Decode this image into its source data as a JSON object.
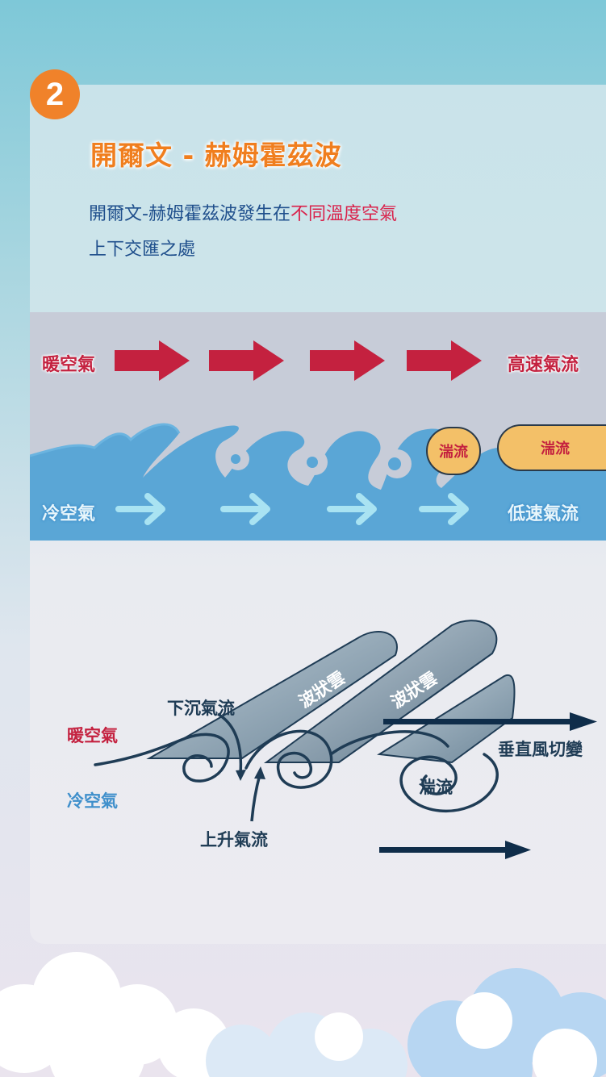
{
  "badge": "2",
  "title": "開爾文 - 赫姆霍茲波",
  "intro": {
    "line1_pre": "開爾文-赫姆霍茲波發生在",
    "line1_highlight": "不同溫度空氣",
    "line2": "上下交匯之處"
  },
  "band": {
    "warm_air": "暖空氣",
    "high_speed_flow": "高速氣流",
    "cool_air": "冷空氣",
    "low_speed_flow": "低速氣流",
    "turbulence_1": "湍流",
    "turbulence_2": "湍流"
  },
  "diagram": {
    "descending_flow": "下沉氣流",
    "warm_air": "暖空氣",
    "cool_air": "冷空氣",
    "ascending_flow": "上升氣流",
    "wave_cloud_1": "波狀雲",
    "wave_cloud_2": "波狀雲",
    "turbulence": "湍流",
    "vertical_wind_shear": "垂直風切變"
  },
  "colors": {
    "accent_orange": "#f0822a",
    "warm_red": "#c4213f",
    "cool_blue": "#3f8fcb",
    "dark_navy": "#0f2d4a",
    "turbulence_fill": "#f3c068"
  }
}
